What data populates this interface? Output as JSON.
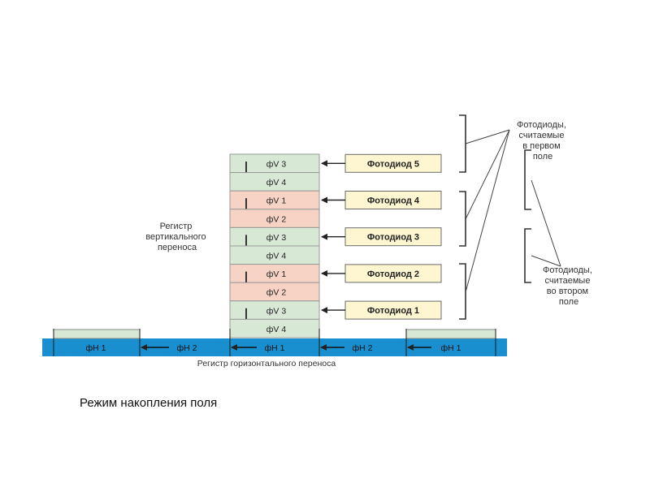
{
  "vertical_cells": [
    {
      "label": "фV 3",
      "phase": "v3",
      "arrow": true
    },
    {
      "label": "фV 4",
      "phase": "v4",
      "arrow": false
    },
    {
      "label": "фV 1",
      "phase": "v1",
      "arrow": true
    },
    {
      "label": "фV 2",
      "phase": "v2",
      "arrow": false
    },
    {
      "label": "фV 3",
      "phase": "v3",
      "arrow": true
    },
    {
      "label": "фV 4",
      "phase": "v4",
      "arrow": false
    },
    {
      "label": "фV 1",
      "phase": "v1",
      "arrow": true
    },
    {
      "label": "фV 2",
      "phase": "v2",
      "arrow": false
    },
    {
      "label": "фV 3",
      "phase": "v3",
      "arrow": true
    },
    {
      "label": "фV 4",
      "phase": "v4",
      "arrow": false
    }
  ],
  "photodiodes": [
    "Фотодиод 5",
    "Фотодиод 4",
    "Фотодиод 3",
    "Фотодиод 2",
    "Фотодиод 1"
  ],
  "horizontal_cells": [
    "фН 1",
    "фН 2",
    "фН 1",
    "фН 2",
    "фН 1"
  ],
  "labels": {
    "vertical_register": [
      "Регистр",
      "вертикального",
      "переноса"
    ],
    "horizontal_register": "Регистр горизонтального переноса",
    "first_field": [
      "Фотодиоды,",
      "считаемые",
      "в первом",
      "поле"
    ],
    "second_field": [
      "Фотодиоды,",
      "считаемые",
      "во втором",
      "поле"
    ]
  },
  "caption": "Режим накопления поля",
  "colors": {
    "cell_green": "#d7e8d5",
    "cell_pink": "#f6d3c5",
    "photodiode_fill": "#fdf6d0",
    "horizontal_bar": "#1a8fd0",
    "line": "#444444"
  }
}
